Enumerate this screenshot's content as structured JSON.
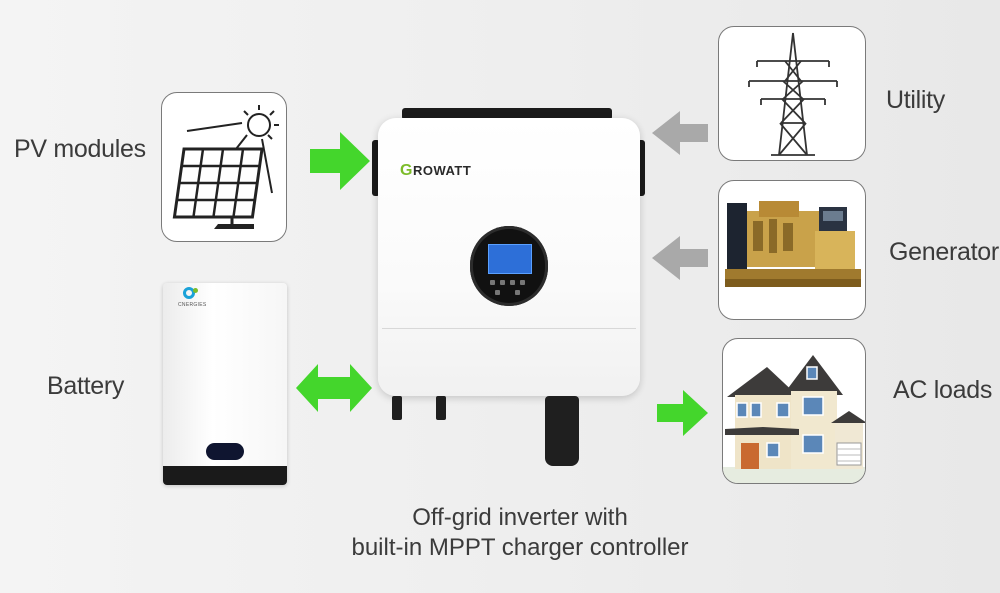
{
  "nodes": {
    "pv": "PV modules",
    "battery": "Battery",
    "utility": "Utility",
    "generator": "Generator",
    "ac_loads": "AC loads"
  },
  "inverter": {
    "brand": "ROWATT",
    "brand_initial": "G",
    "caption_line1": "Off-grid inverter with",
    "caption_line2": "built-in MPPT charger controller"
  },
  "battery_brand": "CNERGIES",
  "colors": {
    "green_arrow": "#44d62c",
    "gray_arrow": "#a9a9a9",
    "inverter_screen": "#2d6fd8",
    "brand_green": "#7cbc2a"
  },
  "icons": {
    "pv": "solar-panel-icon",
    "utility": "transmission-tower-icon",
    "generator": "diesel-generator-icon",
    "ac_loads": "house-icon"
  }
}
